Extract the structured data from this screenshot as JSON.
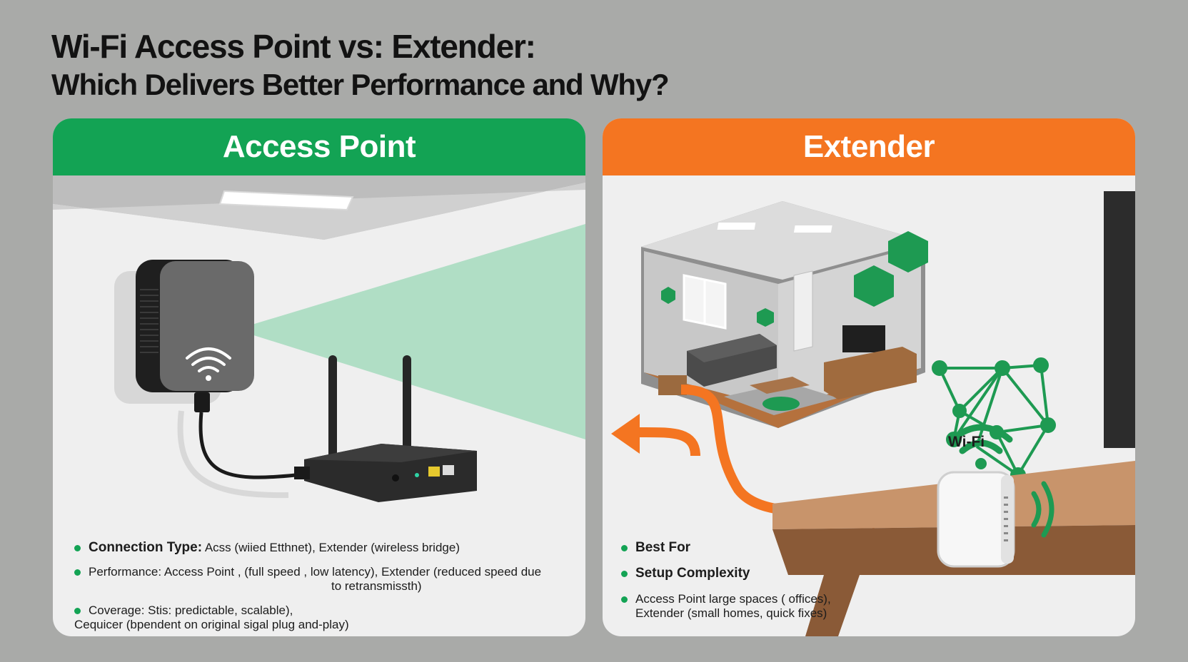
{
  "title": "Wi-Fi Access Point vs: Extender:",
  "subtitle": "Which Delivers Better Performance and Why?",
  "colors": {
    "access_point": "#13a354",
    "extender": "#f47521",
    "background": "#a9aaa8",
    "panel": "#efefef"
  },
  "access_point": {
    "header": "Access Point",
    "bullets": [
      {
        "label": "Connection Type:",
        "text": "Acss (wiied Etthnet), Extender (wireless bridge)"
      },
      {
        "label": "Performance:",
        "text": "Access Point , (full speed , low latency), Extender (reduced speed due",
        "text2": "to retransmissth)"
      },
      {
        "label": "Coverage:",
        "text": "Stis: predictable, scalable),",
        "text2": "Cequicer (bpendent on original sigal plug and-play)"
      }
    ]
  },
  "extender": {
    "header": "Extender",
    "device_label": "Wi-Fi",
    "bullets": [
      {
        "label": "Best For"
      },
      {
        "label": "Setup Complexity"
      },
      {
        "text": "Access Point large spaces ( offices),",
        "text2": "Extender (small homes, quick fixes)"
      }
    ]
  },
  "icons": [
    "wifi-icon",
    "router-icon",
    "access-point-icon",
    "mesh-network-icon",
    "arrow-icon",
    "hexagon-icon"
  ]
}
